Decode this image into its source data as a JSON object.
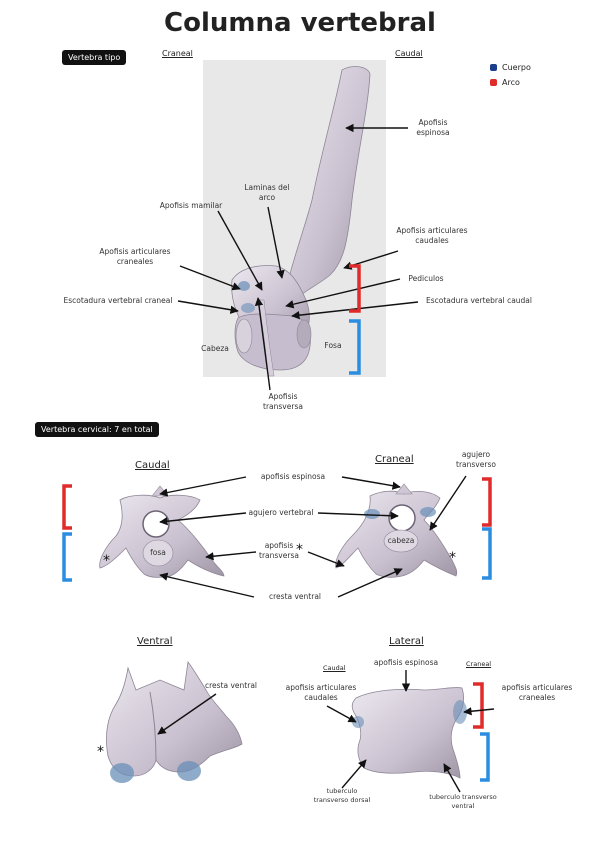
{
  "title": "Columna vertebral",
  "legend": {
    "items": [
      {
        "label": "Cuerpo",
        "color": "#1c3f8c"
      },
      {
        "label": "Arco",
        "color": "#e02b2b"
      }
    ]
  },
  "section1": {
    "tag": "Vertebra tipo",
    "cranial": "Craneal",
    "caudal": "Caudal",
    "labels": {
      "espinosa": "Apofisis\nespinosa",
      "laminas": "Laminas del\narco",
      "mamilar": "Apofisis mamilar",
      "art_craneales": "Apofisis articulares\ncraneales",
      "art_caudales": "Apofisis articulares\ncaudales",
      "pediculos": "Pediculos",
      "escot_craneal": "Escotadura vertebral craneal",
      "escot_caudal": "Escotadura vertebral caudal",
      "cabeza": "Cabeza",
      "fosa": "Fosa",
      "transversa": "Apofisis\ntransversa"
    }
  },
  "section2": {
    "tag": "Vertebra cervical: 7 en total",
    "views": {
      "caudal": "Caudal",
      "craneal": "Craneal",
      "ventral": "Ventral",
      "lateral": "Lateral"
    },
    "labels": {
      "espinosa": "apofisis espinosa",
      "agujero_vertebral": "agujero vertebral",
      "transversa": "apofisis\ntransversa",
      "cresta": "cresta ventral",
      "agujero_transverso": "agujero\ntransverso",
      "fosa": "fosa",
      "cabeza": "cabeza"
    },
    "ventral_labels": {
      "cresta": "cresta ventral"
    },
    "lateral": {
      "caudal": "Caudal",
      "craneal": "Craneal",
      "espinosa": "apofisis espinosa",
      "art_caudales": "apofisis articulares\ncaudales",
      "art_craneales": "apofisis articulares\ncraneales",
      "tub_dorsal": "tuberculo\ntransverso dorsal",
      "tub_ventral": "tuberculo transverso\nventral"
    }
  }
}
